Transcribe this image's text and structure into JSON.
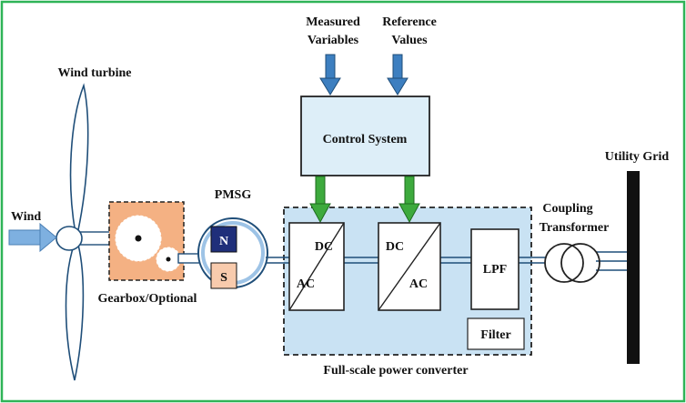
{
  "labels": {
    "measured": [
      "Measured",
      "Variables"
    ],
    "reference": [
      "Reference",
      "Values"
    ],
    "wind_turbine": "Wind turbine",
    "wind": "Wind",
    "pmsg": "PMSG",
    "pole_n": "N",
    "pole_s": "S",
    "gearbox": "Gearbox/Optional",
    "control_system": "Control System",
    "utility_grid": "Utility Grid",
    "coupling_transformer": [
      "Coupling",
      "Transformer"
    ],
    "converter1_dc": "DC",
    "converter1_ac": "AC",
    "converter2_dc": "DC",
    "converter2_ac": "AC",
    "lpf": "LPF",
    "filter": "Filter",
    "full_scale": "Full-scale power converter"
  },
  "colors": {
    "border": "#2fb457",
    "wind_arrow": "#7eb0e0",
    "signal_arrow": "#3d7fc0",
    "control_arrow": "#3daa3d",
    "control_box": "#ddeef8",
    "converter_area": "#c9e2f3",
    "gearbox_fill": "#f4b183",
    "pole_n": "#1f2f7a",
    "pole_s": "#f8cbad",
    "generator_ring": "#9dc3e6"
  }
}
